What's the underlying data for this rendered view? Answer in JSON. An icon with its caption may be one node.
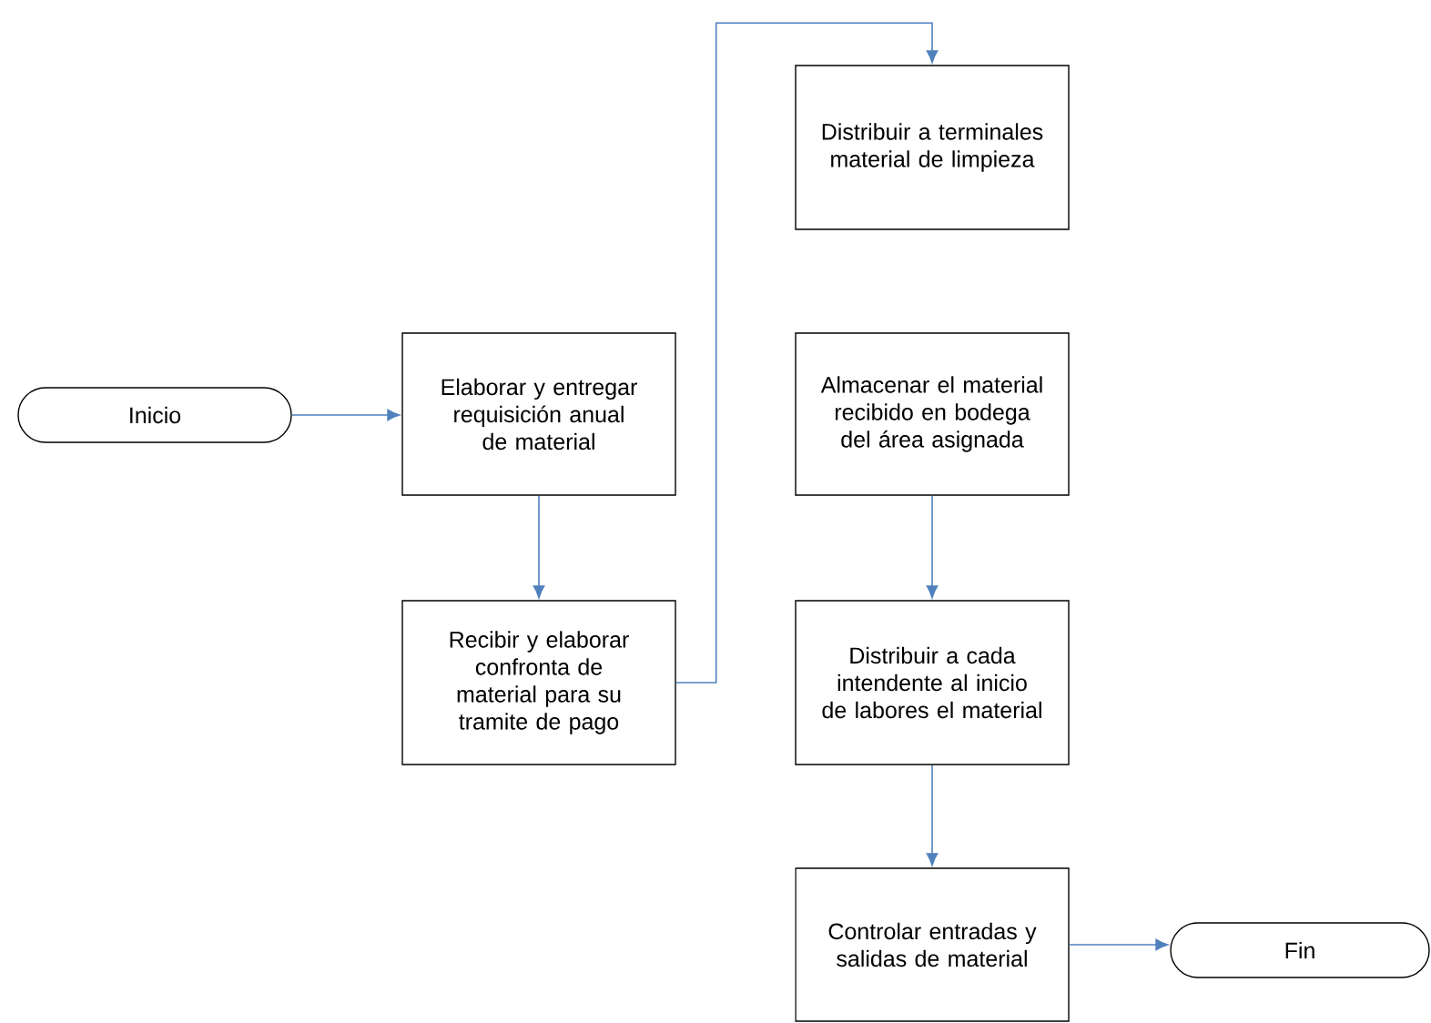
{
  "diagram": {
    "nodes": [
      {
        "text": [
          "Inicio"
        ]
      },
      {
        "text": [
          "Elaborar y entregar requisición anual de material"
        ]
      },
      {
        "text": [
          "Recibir y elaborar confronta de material para su tramite de pago"
        ]
      },
      {
        "text": [
          "Distribuir a terminales material de limpieza"
        ]
      },
      {
        "text": [
          "Almacenar el material recibido en bodega del área asignada"
        ]
      },
      {
        "text": [
          "Distribuir a cada intendente al inicio de labores el material"
        ]
      },
      {
        "text": [
          "Controlar entradas y salidas de material"
        ]
      },
      {
        "text": [
          "Fin"
        ]
      }
    ],
    "edges": [
      {
        "from": 0,
        "to": 1,
        "arrow": "to"
      },
      {
        "from": 1,
        "to": 2,
        "arrow": "to"
      },
      {
        "from": 2,
        "to": 3,
        "arrow": "to"
      },
      {
        "from": 4,
        "to": 5,
        "arrow": "to"
      },
      {
        "from": 5,
        "to": 6,
        "arrow": "to"
      },
      {
        "from": 6,
        "to": 7,
        "arrow": "to"
      }
    ]
  }
}
